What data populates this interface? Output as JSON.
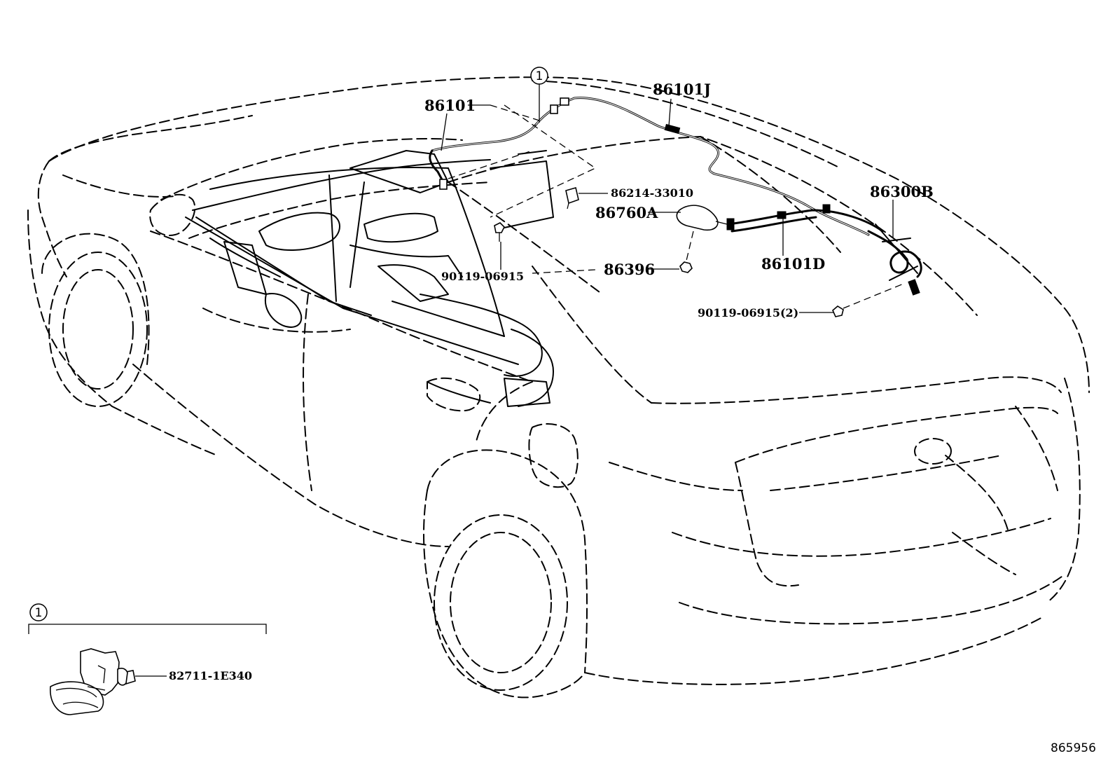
{
  "callouts": {
    "ref_1_top": "1",
    "ref_1_detail": "1"
  },
  "labels": {
    "p86101": "86101",
    "p86101J": "86101J",
    "p86214": "86214-33010",
    "p86760A": "86760A",
    "p86300B": "86300B",
    "p90119_a": "90119-06915",
    "p86396": "86396",
    "p86101D": "86101D",
    "p90119_b": "90119-06915(2)",
    "p82711": "82711-1E340"
  },
  "figure_number": "865956"
}
